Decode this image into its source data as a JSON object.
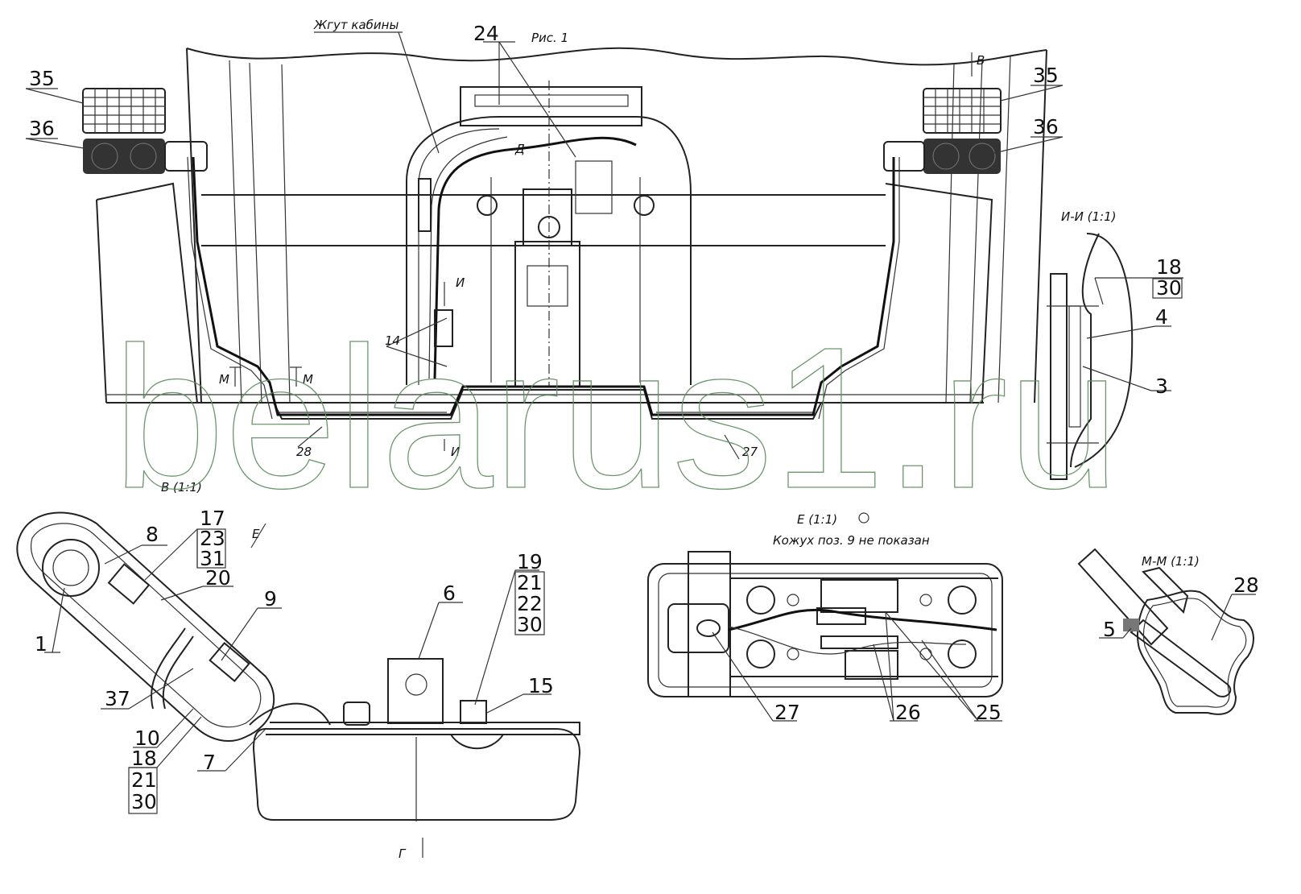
{
  "figure": {
    "title": "Рис. 1",
    "harness_label": "Жгут кабины",
    "corner_mark": "",
    "watermark": "belarus1.ru"
  },
  "main_view": {
    "callouts": [
      "24",
      "35",
      "36",
      "35",
      "36",
      "14",
      "28",
      "27"
    ],
    "section_marks": {
      "v": "В",
      "d": "Д",
      "i_top": "И",
      "i_bottom": "И",
      "m_left": "М",
      "m_right": "М"
    }
  },
  "section_ii": {
    "title": "И-И (1:1)",
    "callouts": [
      "18",
      "30",
      "4",
      "3"
    ]
  },
  "view_v": {
    "title": "В (1:1)",
    "arrow_e": "Е",
    "arrow_g": "Г",
    "callouts": [
      "8",
      "17",
      "23",
      "31",
      "20",
      "9",
      "1",
      "37",
      "10",
      "18",
      "21",
      "30",
      "7",
      "6",
      "19",
      "21",
      "22",
      "30",
      "15"
    ]
  },
  "view_e": {
    "title": "Е (1:1)",
    "note": "Кожух поз. 9 не показан",
    "callouts": [
      "27",
      "26",
      "25"
    ]
  },
  "section_mm": {
    "title": "М-М (1:1)",
    "callouts": [
      "28",
      "5"
    ]
  }
}
